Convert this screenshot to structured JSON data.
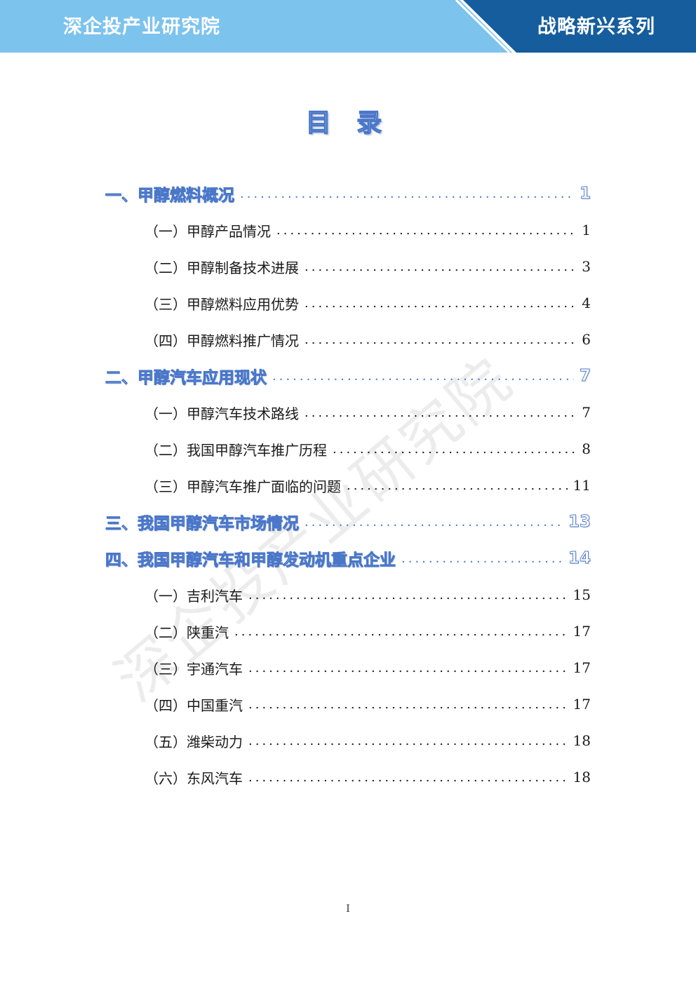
{
  "header": {
    "org_name": "深企投产业研究院",
    "series_name": "战略新兴系列",
    "colors": {
      "light_blue": "#7cc3ee",
      "dark_blue": "#155d9c"
    }
  },
  "title": "目 录",
  "watermark": "深企投产业研究院",
  "toc": [
    {
      "level": 1,
      "label": "一、甲醇燃料概况",
      "page": "1"
    },
    {
      "level": 2,
      "label": "（一）甲醇产品情况",
      "page": "1"
    },
    {
      "level": 2,
      "label": "（二）甲醇制备技术进展",
      "page": "3"
    },
    {
      "level": 2,
      "label": "（三）甲醇燃料应用优势",
      "page": "4"
    },
    {
      "level": 2,
      "label": "（四）甲醇燃料推广情况",
      "page": "6"
    },
    {
      "level": 1,
      "label": "二、甲醇汽车应用现状",
      "page": "7"
    },
    {
      "level": 2,
      "label": "（一）甲醇汽车技术路线",
      "page": "7"
    },
    {
      "level": 2,
      "label": "（二）我国甲醇汽车推广历程",
      "page": "8"
    },
    {
      "level": 2,
      "label": "（三）甲醇汽车推广面临的问题",
      "page": "11"
    },
    {
      "level": 1,
      "label": "三、我国甲醇汽车市场情况",
      "page": "13"
    },
    {
      "level": 1,
      "label": "四、我国甲醇汽车和甲醇发动机重点企业",
      "page": "14"
    },
    {
      "level": 2,
      "label": "（一）吉利汽车",
      "page": "15"
    },
    {
      "level": 2,
      "label": "（二）陕重汽",
      "page": "17"
    },
    {
      "level": 2,
      "label": "（三）宇通汽车",
      "page": "17"
    },
    {
      "level": 2,
      "label": "（四）中国重汽",
      "page": "17"
    },
    {
      "level": 2,
      "label": "（五）潍柴动力",
      "page": "18"
    },
    {
      "level": 2,
      "label": "（六）东风汽车",
      "page": "18"
    }
  ],
  "footer": {
    "page_number": "I"
  }
}
